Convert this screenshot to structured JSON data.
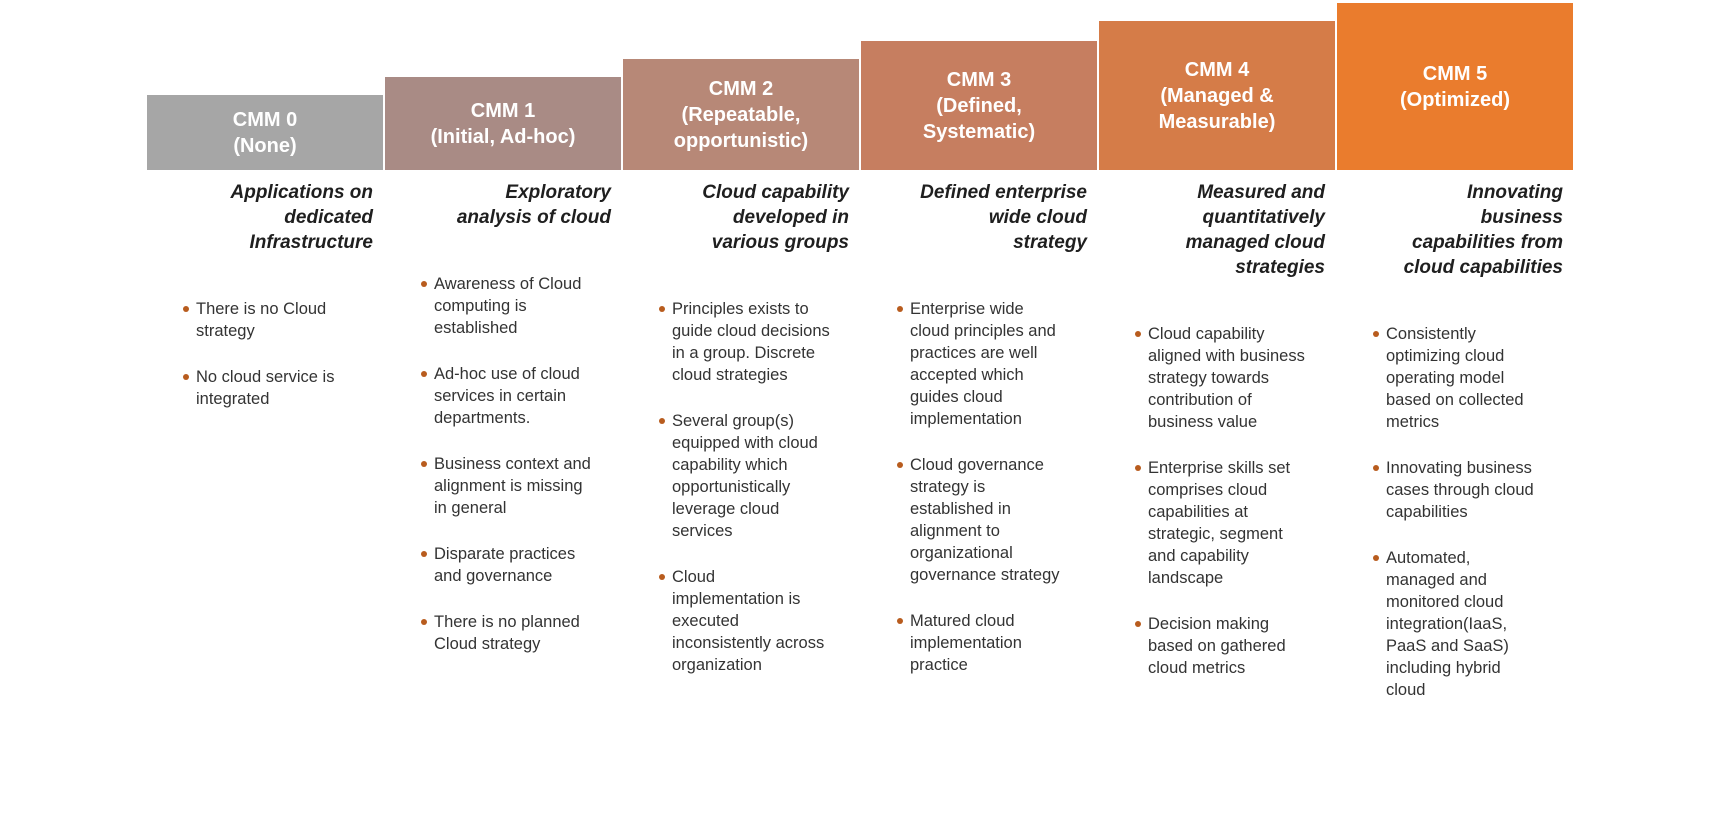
{
  "colors": {
    "bullet_dot": "#b85c1e",
    "header_text": "#ffffff",
    "body_text": "#333333",
    "cmm0": "#a6a6a6",
    "cmm1": "#a98b85",
    "cmm2": "#b78877",
    "cmm3": "#c67e60",
    "cmm4": "#d57c48",
    "cmm5": "#ea7c2d"
  },
  "columns": [
    {
      "header": "CMM 0\n(None)",
      "color": "#a6a6a6",
      "subtitle": "Applications on\ndedicated\nInfrastructure",
      "bullets": [
        "There is no Cloud\nstrategy",
        "No cloud service is\nintegrated"
      ]
    },
    {
      "header": "CMM 1\n(Initial, Ad-hoc)",
      "color": "#a98b85",
      "subtitle": "Exploratory\nanalysis of cloud",
      "bullets": [
        "Awareness of Cloud\ncomputing is\nestablished",
        "Ad-hoc use of cloud\nservices in certain\ndepartments.",
        "Business context and\nalignment is missing\nin general",
        "Disparate practices\nand governance",
        "There is no planned\nCloud strategy"
      ]
    },
    {
      "header": "CMM 2\n(Repeatable,\nopportunistic)",
      "color": "#b78877",
      "subtitle": "Cloud capability\ndeveloped in\nvarious groups",
      "bullets": [
        "Principles exists to\nguide cloud decisions\nin a group. Discrete\ncloud strategies",
        "Several group(s)\nequipped with cloud\ncapability which\nopportunistically\nleverage cloud\nservices",
        "Cloud\nimplementation is\nexecuted\ninconsistently across\norganization"
      ]
    },
    {
      "header": "CMM 3\n(Defined,\nSystematic)",
      "color": "#c67e60",
      "subtitle": "Defined enterprise\nwide cloud\nstrategy",
      "bullets": [
        "Enterprise wide\ncloud principles and\npractices are well\naccepted which\nguides cloud\nimplementation",
        "Cloud governance\nstrategy is\nestablished in\nalignment to\norganizational\ngovernance strategy",
        "Matured cloud\nimplementation\npractice"
      ]
    },
    {
      "header": "CMM 4\n(Managed &\nMeasurable)",
      "color": "#d57c48",
      "subtitle": "Measured and\nquantitatively\nmanaged cloud\nstrategies",
      "bullets": [
        "Cloud capability\naligned with business\nstrategy towards\ncontribution of\nbusiness value",
        "Enterprise skills set\ncomprises cloud\ncapabilities at\nstrategic, segment\nand capability\nlandscape",
        "Decision making\nbased on gathered\ncloud metrics"
      ]
    },
    {
      "header": "CMM 5\n(Optimized)",
      "color": "#ea7c2d",
      "subtitle": "Innovating\nbusiness\ncapabilities from\ncloud capabilities",
      "bullets": [
        "Consistently\noptimizing cloud\noperating model\nbased on collected\nmetrics",
        "Innovating business\ncases through cloud\ncapabilities",
        "Automated,\nmanaged and\nmonitored cloud\nintegration(IaaS,\nPaaS and SaaS)\nincluding hybrid\ncloud"
      ]
    }
  ]
}
